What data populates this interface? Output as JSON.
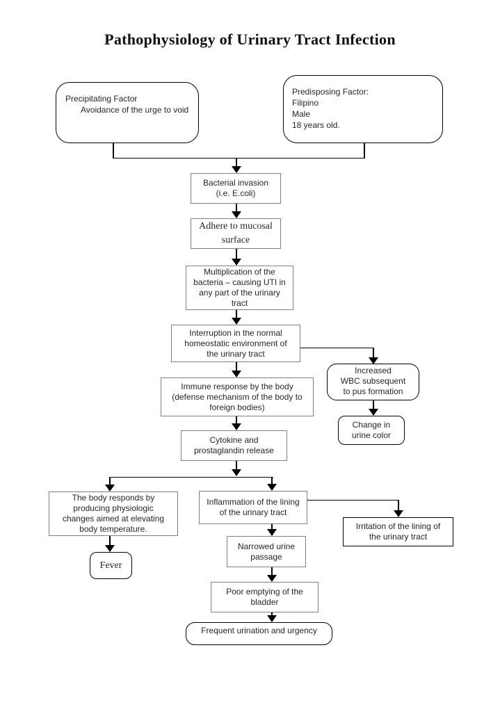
{
  "title": "Pathophysiology of Urinary Tract Infection",
  "nodes": {
    "precipitating": {
      "label": "Precipitating Factor",
      "detail": "Avoidance of the urge to void"
    },
    "predisposing": {
      "text": "Predisposing Factor:\nFilipino\nMale\n18 years old."
    },
    "bacterial_invasion": {
      "text": "Bacterial invasion\n(i.e. E.coli)"
    },
    "adhere": {
      "text": "Adhere to mucosal\nsurface"
    },
    "multiplication": {
      "text": "Multiplication of the\nbacteria – causing UTI in\nany part of the urinary\ntract"
    },
    "interruption": {
      "text": "Interruption in the normal\nhomeostatic environment of\nthe urinary tract"
    },
    "immune_response": {
      "text": "Immune response by the body\n(defense mechanism of the body to\nforeign bodies)"
    },
    "cytokine": {
      "text": "Cytokine and\nprostaglandin release"
    },
    "increased_wbc": {
      "text": "Increased\nWBC subsequent\nto pus formation"
    },
    "change_urine_color": {
      "text": "Change in\nurine color"
    },
    "body_responds": {
      "text": "The body responds by\nproducing physiologic\nchanges aimed at elevating\nbody temperature."
    },
    "fever": {
      "text": "Fever"
    },
    "inflammation": {
      "text": "Inflammation of the lining\nof the urinary tract"
    },
    "irritation": {
      "text": "Irritation of the lining of\nthe urinary tract"
    },
    "narrowed": {
      "text": "Narrowed urine\npassage"
    },
    "poor_emptying": {
      "text": "Poor emptying of the\nbladder"
    },
    "frequent_urination": {
      "text": "Frequent urination and urgency"
    }
  },
  "colors": {
    "background": "#ffffff",
    "line": "#000000",
    "box_border": "#808080",
    "text": "#262626"
  }
}
